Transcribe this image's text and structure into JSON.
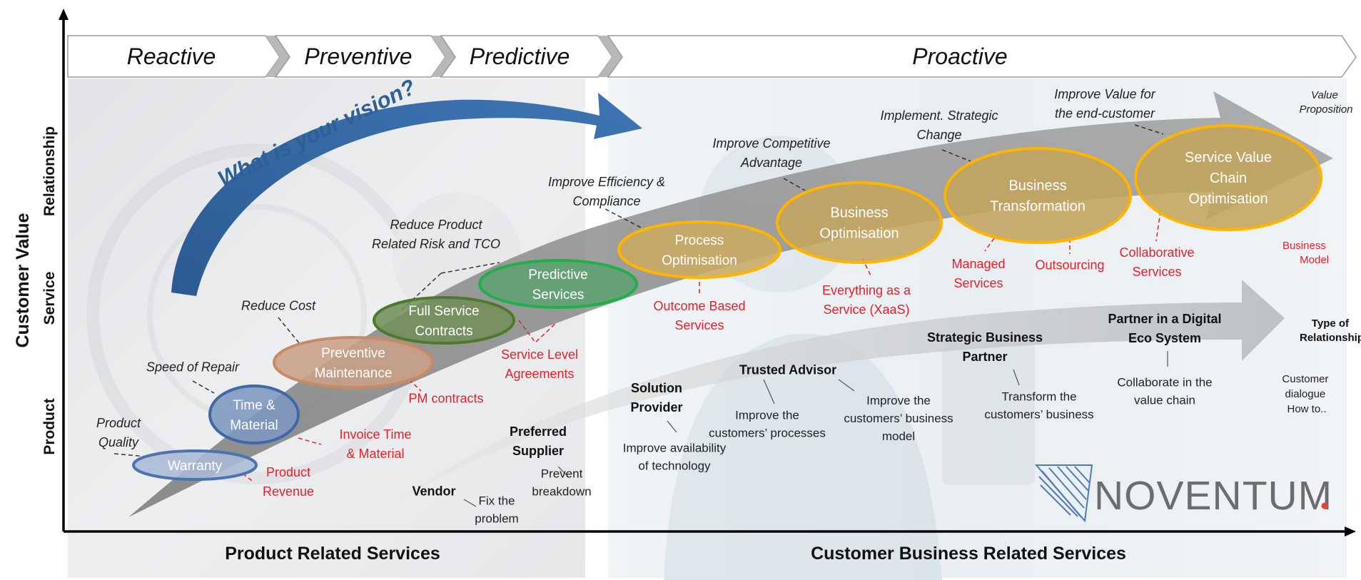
{
  "stages": [
    "Reactive",
    "Preventive",
    "Predictive",
    "Proactive"
  ],
  "y_axis": {
    "title": "Customer Value",
    "levels": [
      "Product",
      "Service",
      "Relationship"
    ]
  },
  "x_axis": {
    "left": "Product Related Services",
    "right": "Customer Business Related Services"
  },
  "vision_text": "What is your vision?",
  "service_levels": [
    {
      "label": [
        "Warranty"
      ],
      "driver": [
        "Product",
        "Quality"
      ],
      "revenue": [
        "Product",
        "Revenue"
      ],
      "color": "#4a73b0",
      "fill": "#aabbd6"
    },
    {
      "label": [
        "Time &",
        "Material"
      ],
      "driver": [
        "Speed of Repair"
      ],
      "revenue": [
        "Invoice Time",
        "& Material"
      ],
      "color": "#3f68a8",
      "fill": "#7d97c0"
    },
    {
      "label": [
        "Preventive",
        "Maintenance"
      ],
      "driver": [
        "Reduce Cost"
      ],
      "revenue": [
        "PM contracts"
      ],
      "color": "#c98b62",
      "fill": "#caa088"
    },
    {
      "label": [
        "Full Service",
        "Contracts"
      ],
      "driver": [
        "Reduce Product",
        "Related Risk and TCO"
      ],
      "revenue": [],
      "color": "#4f7a2c",
      "fill": "#728f5a"
    },
    {
      "label": [
        "Predictive",
        "Services"
      ],
      "driver": [],
      "revenue": [
        "Service Level",
        "Agreements"
      ],
      "color": "#1fb04a",
      "fill": "#5fa072"
    },
    {
      "label": [
        "Process",
        "Optimisation"
      ],
      "driver": [
        "Improve Efficiency &",
        "Compliance"
      ],
      "revenue": [
        "Outcome Based",
        "Services"
      ],
      "color": "#ffb400",
      "fill": "#c9ab62"
    },
    {
      "label": [
        "Business",
        "Optimisation"
      ],
      "driver": [
        "Improve Competitive",
        "Advantage"
      ],
      "revenue": [
        "Everything as a",
        "Service (XaaS)"
      ],
      "color": "#ffb400",
      "fill": "#c4a55e"
    },
    {
      "label": [
        "Business",
        "Transformation"
      ],
      "driver": [
        "Implement. Strategic",
        "Change"
      ],
      "revenue": [
        "Managed",
        "Services"
      ],
      "color": "#ffb400",
      "fill": "#c2a45c"
    },
    {
      "label": [
        "Service Value",
        "Chain",
        "Optimisation"
      ],
      "driver": [
        "Improve Value for",
        "the end-customer"
      ],
      "revenue": [
        "Collaborative",
        "Services"
      ],
      "color": "#ffb400",
      "fill": "#c3a55c"
    }
  ],
  "outsourcing_label": "Outsourcing",
  "relationship_levels": [
    {
      "title": [
        "Vendor"
      ],
      "desc": [
        "Fix the",
        "problem"
      ]
    },
    {
      "title": [
        "Preferred",
        "Supplier"
      ],
      "desc": [
        "Prevent",
        "breakdown"
      ]
    },
    {
      "title": [
        "Solution",
        "Provider"
      ],
      "desc": [
        "Improve availability",
        "of technology"
      ]
    },
    {
      "title": [
        "Trusted Advisor"
      ],
      "desc": [
        "Improve the",
        "customers’ processes"
      ]
    },
    {
      "title": [],
      "desc": [
        "Improve the",
        "customers’ business",
        "model"
      ]
    },
    {
      "title": [
        "Strategic Business",
        "Partner"
      ],
      "desc": [
        "Transform the",
        "customers’ business"
      ]
    },
    {
      "title": [
        "Partner in a Digital",
        "Eco System"
      ],
      "desc": [
        "Collaborate in the",
        "value chain"
      ]
    }
  ],
  "right_labels": {
    "value_proposition": [
      "Value",
      "Proposition"
    ],
    "business_model": [
      "Business",
      "Model"
    ],
    "type_of_relationship": [
      "Type of",
      "Relationship"
    ],
    "customer_dialogue": [
      "Customer",
      "dialogue",
      "How to.."
    ]
  },
  "logo": {
    "text": "NOVENTUM",
    "dot_color": "#e8403a",
    "color": "#6d6d6d"
  },
  "colors": {
    "revenue_red": "#e8202a",
    "vision_blue": "#2f5d97",
    "gold": "#ffb400"
  }
}
